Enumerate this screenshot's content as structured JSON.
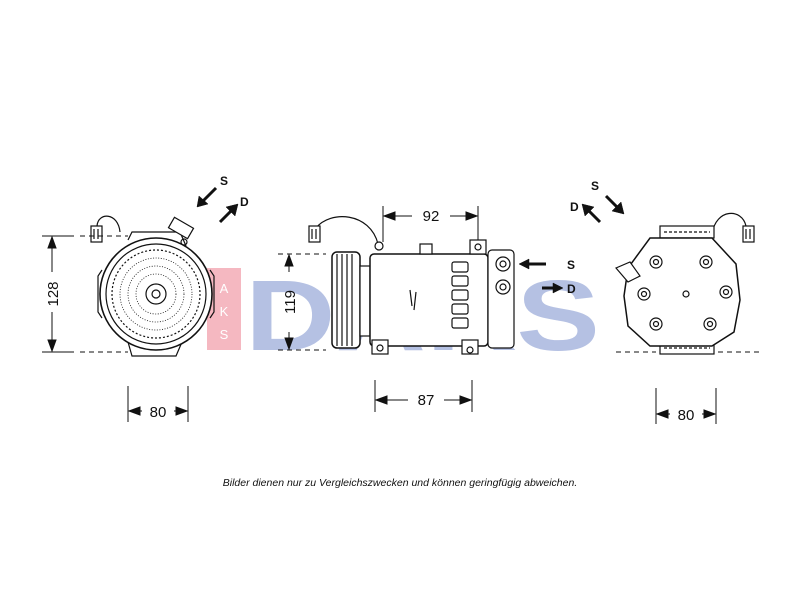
{
  "watermark": {
    "brand": "DAKS",
    "side_text": [
      "A",
      "K",
      "S"
    ],
    "colors": {
      "blue": "#a9b8df",
      "red": "#f2a9b4"
    }
  },
  "views": {
    "front": {
      "height_label": "128",
      "width_label": "80"
    },
    "side": {
      "top_label": "92",
      "height_label": "119",
      "bottom_label": "87",
      "suction_label": "S",
      "discharge_label": "D"
    },
    "rear": {
      "width_label": "80"
    }
  },
  "ports": {
    "front": {
      "suction": "S",
      "discharge": "D"
    },
    "rear": {
      "suction": "S",
      "discharge": "D"
    }
  },
  "disclaimer": "Bilder dienen nur zu Vergleichszwecken und können geringfügig abweichen.",
  "colors": {
    "line": "#111111",
    "fill": "#ffffff"
  }
}
